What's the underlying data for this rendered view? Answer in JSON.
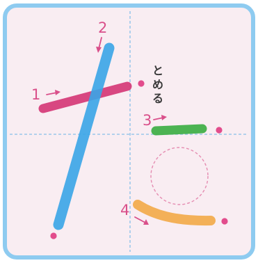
{
  "annotation": {
    "text": "とめる"
  },
  "strokes": [
    {
      "order": "1",
      "color": "#d63a78"
    },
    {
      "order": "2",
      "color": "#3aa6e8"
    },
    {
      "order": "3",
      "color": "#43b04a"
    },
    {
      "order": "4",
      "color": "#f2ad4f"
    }
  ],
  "colors": {
    "frame_border": "#8ecbf0",
    "paper": "#f9edf2",
    "guide_lines": "#87bfe8",
    "arrow": "#d94f8a",
    "dot": "#e24c8c",
    "circle_dash": "#e58cb1"
  }
}
